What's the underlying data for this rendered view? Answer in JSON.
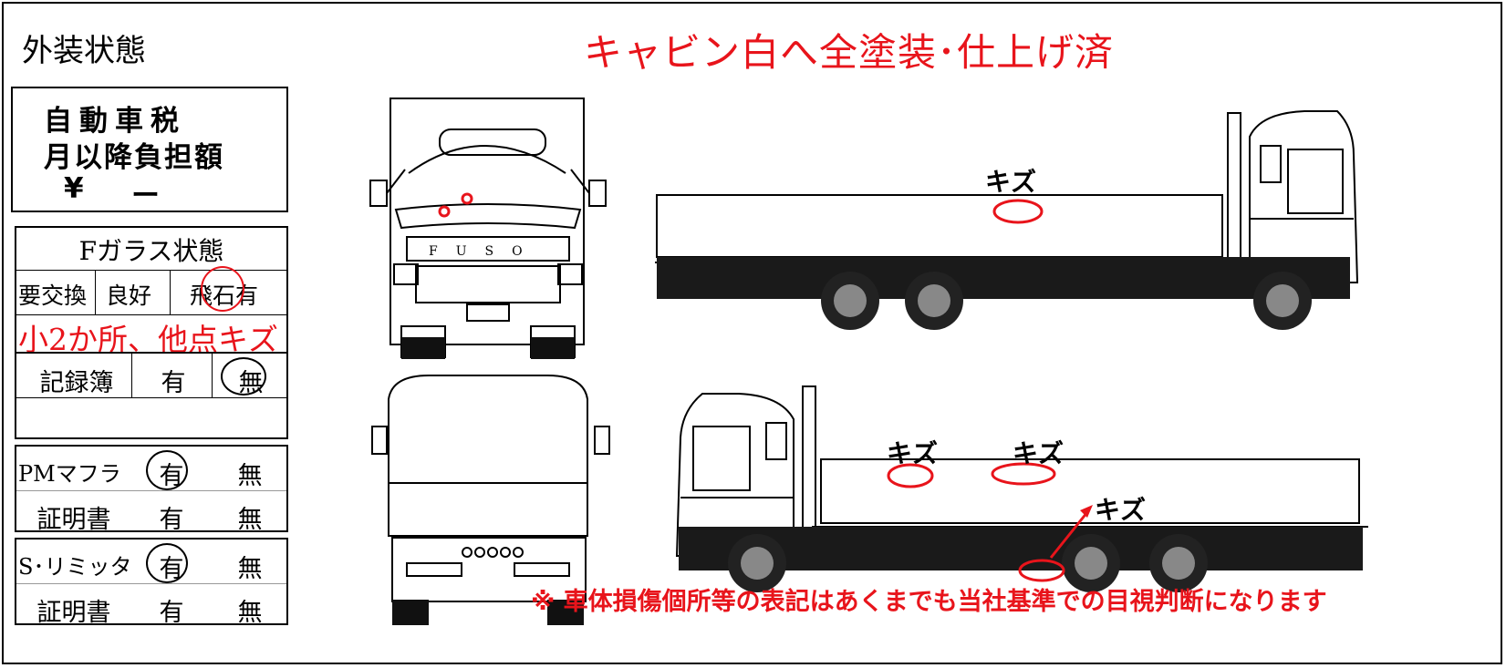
{
  "title": "外装状態",
  "headline": "キャビン白へ全塗装･仕上げ済",
  "tax_box": {
    "line1": "自動車税",
    "line2": "月以降負担額",
    "yen": "¥",
    "amount": "ー"
  },
  "glass": {
    "header": "Fガラス状態",
    "options": [
      "要交換",
      "良好",
      "飛石有"
    ],
    "selected": "飛石有",
    "note": "小2か所、他点キズ"
  },
  "records": {
    "label": "記録簿",
    "options": [
      "有",
      "無"
    ],
    "selected": "無"
  },
  "pm_muffler": {
    "label": "PMマフラ",
    "options": [
      "有",
      "無"
    ],
    "selected": "有",
    "cert_label": "証明書",
    "cert_options": [
      "有",
      "無"
    ]
  },
  "speed_limiter": {
    "label": "S･リミッタ",
    "options": [
      "有",
      "無"
    ],
    "selected": "有",
    "cert_label": "証明書",
    "cert_options": [
      "有",
      "無"
    ]
  },
  "damage_labels": {
    "right_side": "キズ",
    "left_side_1": "キズ",
    "left_side_2": "キズ",
    "left_side_3": "キズ"
  },
  "disclaimer": "※ 車体損傷個所等の表記はあくまでも当社基準での目視判断になります",
  "colors": {
    "accent_red": "#e8141b",
    "line": "#000000"
  }
}
